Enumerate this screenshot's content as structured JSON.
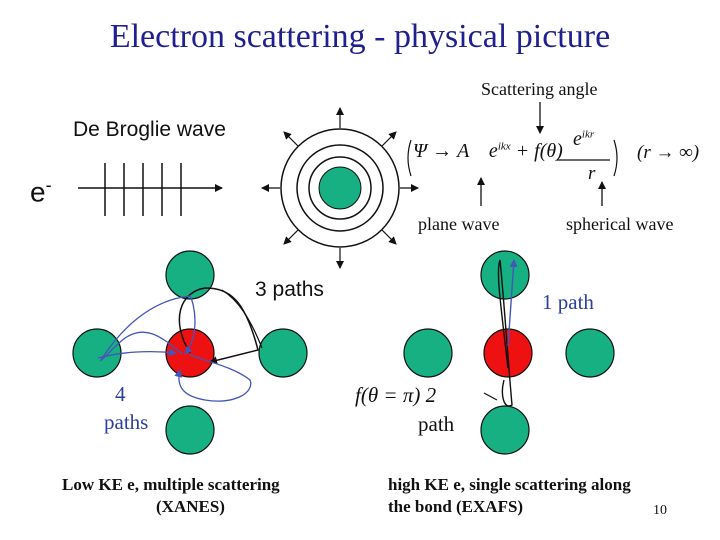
{
  "title": "Electron scattering - physical picture",
  "labels": {
    "de_broglie": "De Broglie wave",
    "electron_symbol": "e",
    "electron_sup": "-",
    "scattering_angle": "Scattering angle",
    "plane_wave": "plane wave",
    "spherical_wave": "spherical wave",
    "three_paths": "3 paths",
    "four": "4",
    "paths": "paths",
    "one_path": "1 path",
    "path": "path",
    "f_theta_pi": "f(θ = π) 2"
  },
  "equation": {
    "psi_arrow": "Ψ → A",
    "e": "e",
    "ikx": "ikx",
    "plus_f": "+ f(θ)",
    "eikr": "ikr",
    "r": "r",
    "limit": "(r → ∞)"
  },
  "captions": {
    "left_line1": "Low KE e, multiple scattering",
    "left_line2": "(XANES)",
    "right_line1": "high KE e, single scattering along",
    "right_line2": "the bond (EXAFS)"
  },
  "page_number": "10",
  "colors": {
    "title": "#1f1f8f",
    "atom": "#17b082",
    "central_atom": "#ee1111",
    "path_line": "#4455bb"
  }
}
